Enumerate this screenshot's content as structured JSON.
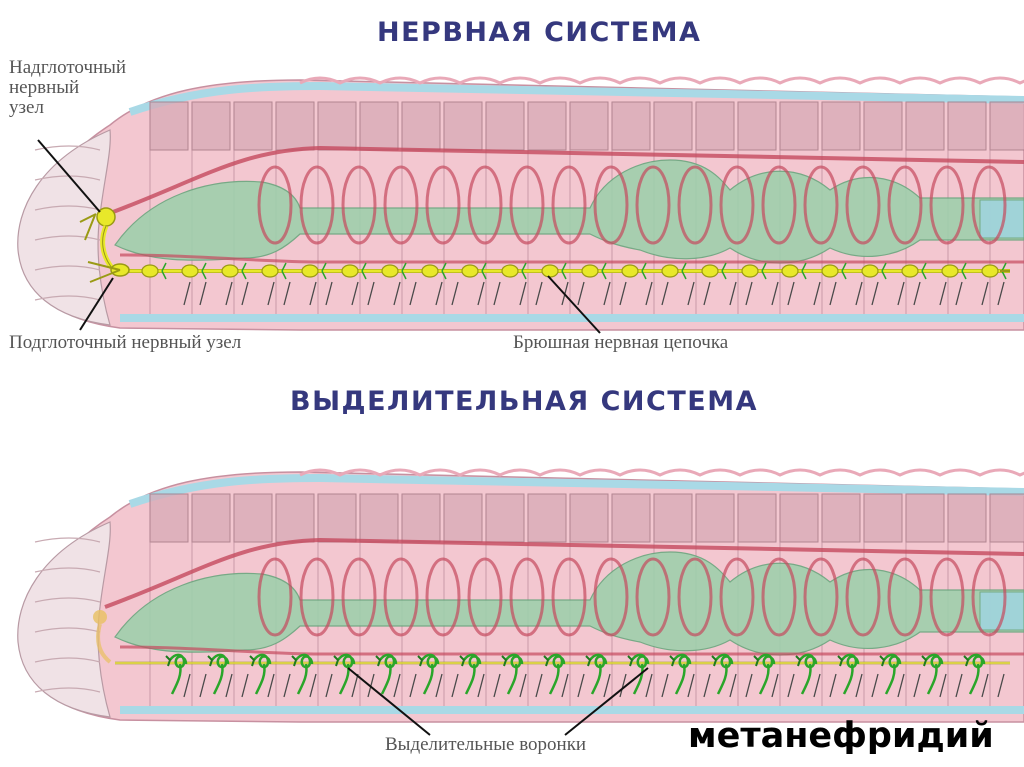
{
  "nervous_system": {
    "title": "НЕРВНАЯ СИСТЕМА",
    "supraesophageal_label": "Надглоточный\nнервный\nузел",
    "subesophageal_label": "Подглоточный нервный узел",
    "ventral_cord_label": "Брюшная нервная цепочка"
  },
  "excretory_system": {
    "title": "ВЫДЕЛИТЕЛЬНАЯ СИСТЕМА",
    "funnels_label": "Выделительные воронки",
    "metanephridium_label": "метанефридий"
  },
  "colors": {
    "title": "#35387e",
    "body": "#f3c7d0",
    "body_outline": "#c790a0",
    "blue_edge": "#a9d9e6",
    "gut": "#9fcfac",
    "gut_outline": "#6aa67e",
    "vessel": "#c44a5e",
    "nerve": "#e8e82a",
    "nerve_outline": "#9a9a14",
    "nephridium": "#2aa62a",
    "head": "#f0e2e6"
  }
}
